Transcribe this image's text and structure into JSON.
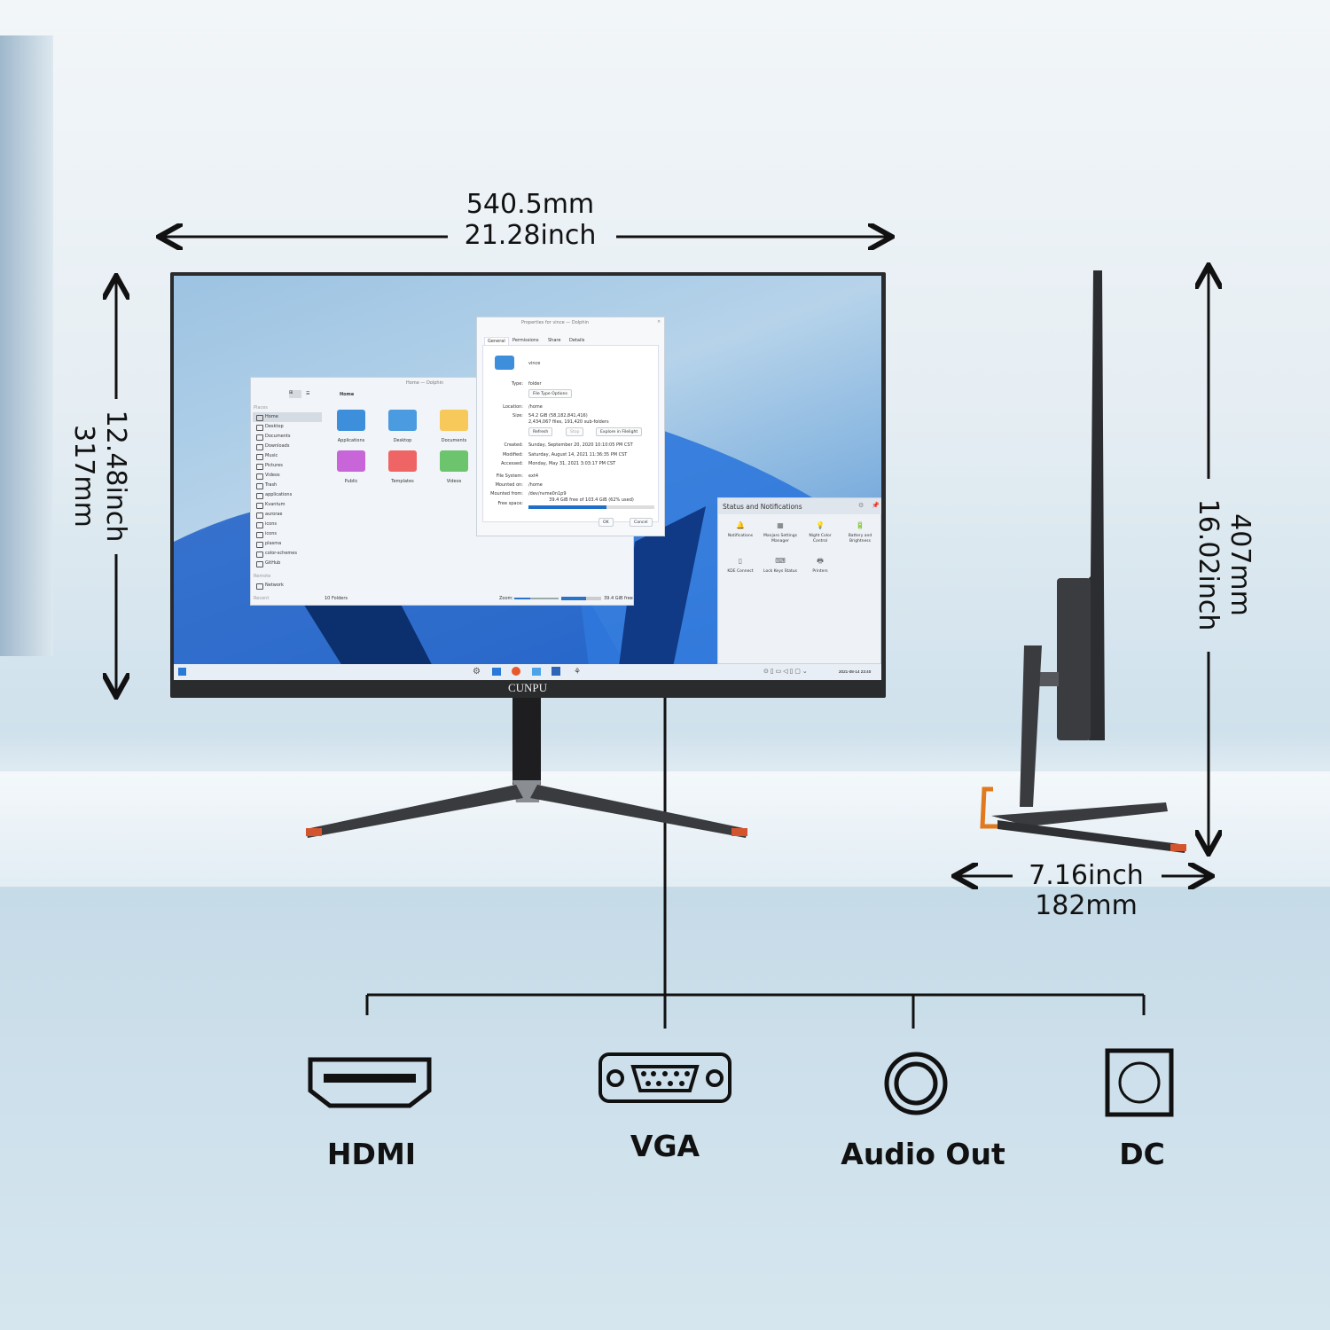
{
  "dimensions": {
    "width_mm": "540.5mm",
    "width_inch": "21.28inch",
    "screen_height_inch": "12.48inch",
    "screen_height_mm": "317mm",
    "total_height_mm": "407mm",
    "total_height_inch": "16.02inch",
    "depth_inch": "7.16inch",
    "depth_mm": "182mm"
  },
  "brand": "CUNPU",
  "ports": [
    {
      "label": "HDMI"
    },
    {
      "label": "VGA"
    },
    {
      "label": "Audio Out"
    },
    {
      "label": "DC"
    }
  ],
  "dolphin": {
    "title": "Home — Dolphin",
    "breadcrumb": "Home",
    "places_header": "Places",
    "places": [
      "Home",
      "Desktop",
      "Documents",
      "Downloads",
      "Music",
      "Pictures",
      "Videos",
      "Trash",
      "applications",
      "Kvantum",
      "aurorae",
      "icons",
      "icons",
      "plasma",
      "color-schemes",
      "GitHub"
    ],
    "remote_header": "Remote",
    "remote": [
      "Network"
    ],
    "recent_header": "Recent",
    "folders": [
      {
        "name": "Applications",
        "color": "#3d8fdc"
      },
      {
        "name": "Desktop",
        "color": "#4a9be0"
      },
      {
        "name": "Documents",
        "color": "#f7c85a"
      },
      {
        "name": "Public",
        "color": "#c865d8"
      },
      {
        "name": "Templates",
        "color": "#ef6565"
      },
      {
        "name": "Videos",
        "color": "#6cc46c"
      }
    ],
    "status": "10 Folders",
    "zoom_label": "Zoom:",
    "free": "39.4 GiB free"
  },
  "properties": {
    "title": "Properties for vince — Dolphin",
    "tabs": [
      "General",
      "Permissions",
      "Share",
      "Details"
    ],
    "name": "vince",
    "fields": [
      {
        "label": "Type:",
        "value": "folder"
      },
      {
        "label": "Location:",
        "value": "/home"
      },
      {
        "label": "Size:",
        "value": "54.2 GiB (58,182,841,416)",
        "value2": "2,434,067 files, 191,420 sub-folders"
      },
      {
        "label": "Created:",
        "value": "Sunday, September 20, 2020 10:10:05 PM CST"
      },
      {
        "label": "Modified:",
        "value": "Saturday, August 14, 2021 11:36:35 PM CST"
      },
      {
        "label": "Accessed:",
        "value": "Monday, May 31, 2021 3:03:17 PM CST"
      },
      {
        "label": "File System:",
        "value": "ext4"
      },
      {
        "label": "Mounted on:",
        "value": "/home"
      },
      {
        "label": "Mounted from:",
        "value": "/dev/nvme0n1p9"
      },
      {
        "label": "Free space:",
        "value": "39.4 GiB free of 103.4 GiB (62% used)"
      }
    ],
    "used_percent": 62,
    "file_type_btn": "File Type Options",
    "refresh": "Refresh",
    "stop": "Stop",
    "filelight": "Explore in Filelight",
    "ok": "OK",
    "cancel": "Cancel"
  },
  "status_panel": {
    "title": "Status and Notifications",
    "items": [
      "Notifications",
      "Manjaro Settings Manager",
      "Night Color Control",
      "Battery and Brightness",
      "KDE Connect",
      "Lock Keys Status",
      "Printers"
    ]
  },
  "taskbar": {
    "clock": "2021-08-14 23:40"
  }
}
